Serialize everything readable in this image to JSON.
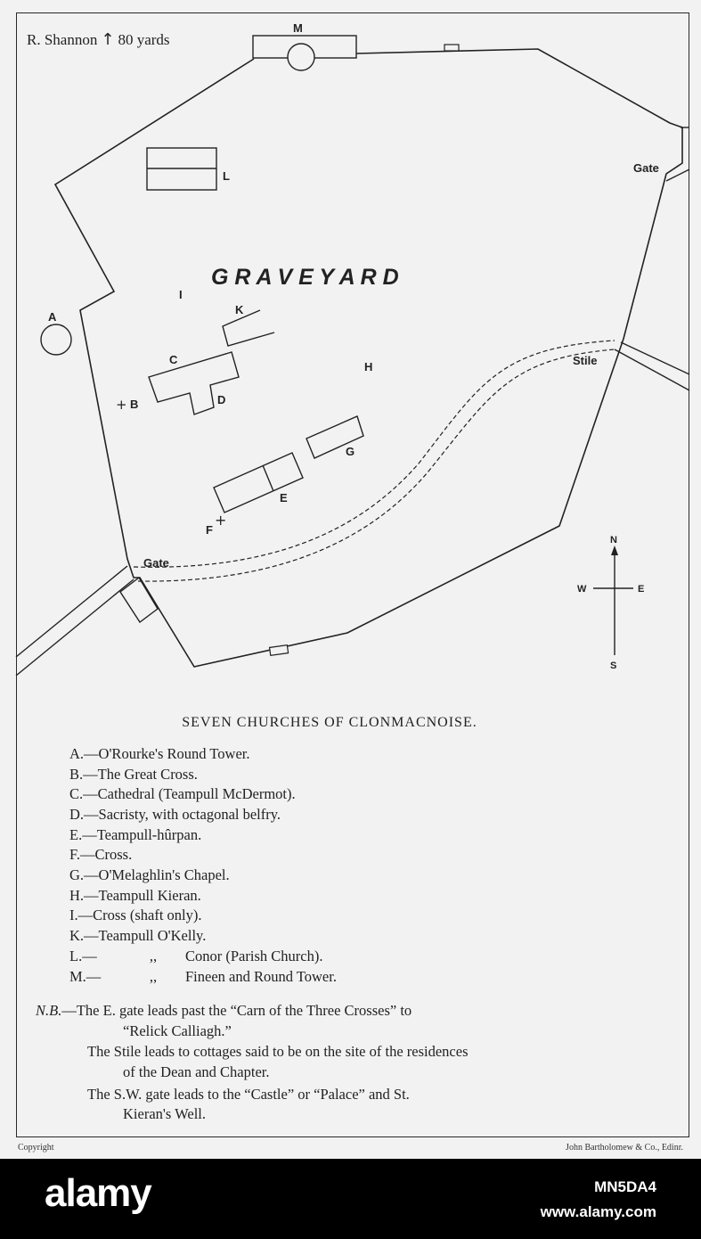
{
  "scale": {
    "river": "R. Shannon",
    "distance": "80 yards",
    "arrow_icon": "up-arrow-icon"
  },
  "map": {
    "graveyard": "G R A V E Y A R D",
    "labels": {
      "A": "A",
      "B": "B",
      "C": "C",
      "D": "D",
      "E": "E",
      "F": "F",
      "G": "G",
      "H": "H",
      "I": "I",
      "K": "K",
      "L": "L",
      "M": "M"
    },
    "gates": {
      "east": "Gate",
      "southwest": "Gate",
      "stile": "Stile"
    },
    "compass": {
      "n": "N",
      "s": "S",
      "e": "E",
      "w": "W"
    }
  },
  "legend": {
    "title": "SEVEN CHURCHES OF CLONMACNOISE.",
    "entries": [
      {
        "code": "A.—",
        "text": "O'Rourke's Round Tower."
      },
      {
        "code": "B.—",
        "text": "The Great Cross."
      },
      {
        "code": "C.—",
        "text": "Cathedral (Teampull McDermot)."
      },
      {
        "code": "D.—",
        "text": "Sacristy, with octagonal belfry."
      },
      {
        "code": "E.—",
        "text": "Teampull-hûrpan."
      },
      {
        "code": "F.—",
        "text": "Cross."
      },
      {
        "code": "G.—",
        "text": "O'Melaghlin's Chapel."
      },
      {
        "code": "H.—",
        "text": "Teampull Kieran."
      },
      {
        "code": "I.—",
        "text": "Cross (shaft only)."
      },
      {
        "code": "K.—",
        "text": "Teampull O'Kelly."
      },
      {
        "code": "L.—",
        "ditto": ",,",
        "text": "Conor (Parish Church)."
      },
      {
        "code": "M.—",
        "ditto": ",,",
        "text": "Fineen and Round Tower."
      }
    ],
    "notes": {
      "nb": "N.B.",
      "line1": "—The E. gate leads past the “Carn of the Three Crosses” to",
      "line2": "“Relick Calliagh.”",
      "line3": "The Stile leads to cottages said to be on the site of the residences",
      "line4": "of the Dean and Chapter.",
      "line5": "The S.W. gate leads to the “Castle” or “Palace” and St.",
      "line6": "Kieran's Well."
    }
  },
  "footer": {
    "copyright": "Copyright",
    "publisher": "John Bartholomew & Co., Edinr."
  },
  "watermark": {
    "logo": "alamy",
    "image_id": "MN5DA4",
    "url": "www.alamy.com"
  }
}
